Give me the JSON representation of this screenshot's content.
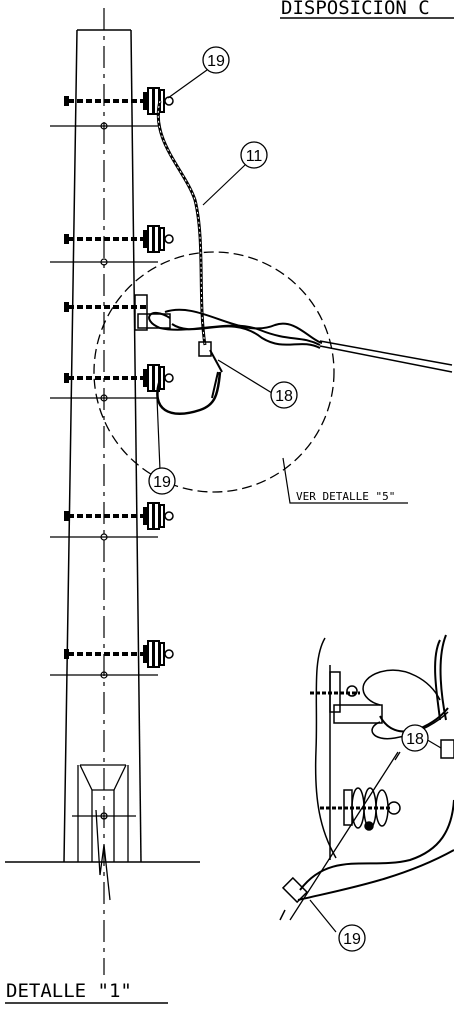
{
  "header": {
    "title_fragment": "DISPOSICION C"
  },
  "footer": {
    "title": "DETALLE \"1\""
  },
  "note": {
    "ver_detalle": "VER DETALLE \"5\""
  },
  "callouts": {
    "c19_top": "19",
    "c11": "11",
    "c18": "18",
    "c19_mid": "19",
    "c18_detail": "18",
    "c19_detail": "19"
  },
  "colors": {
    "ink": "#000000",
    "background": "#ffffff"
  }
}
